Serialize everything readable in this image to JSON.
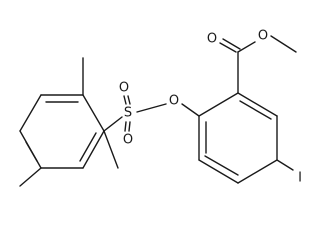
{
  "diagram": {
    "type": "chemical-structure",
    "atoms": {
      "o_carbonyl": "O",
      "o_ester": "O",
      "o_ether": "O",
      "sulfur": "S",
      "o_sulfonyl_top": "O",
      "o_sulfonyl_bottom": "O",
      "iodine": "I"
    }
  }
}
